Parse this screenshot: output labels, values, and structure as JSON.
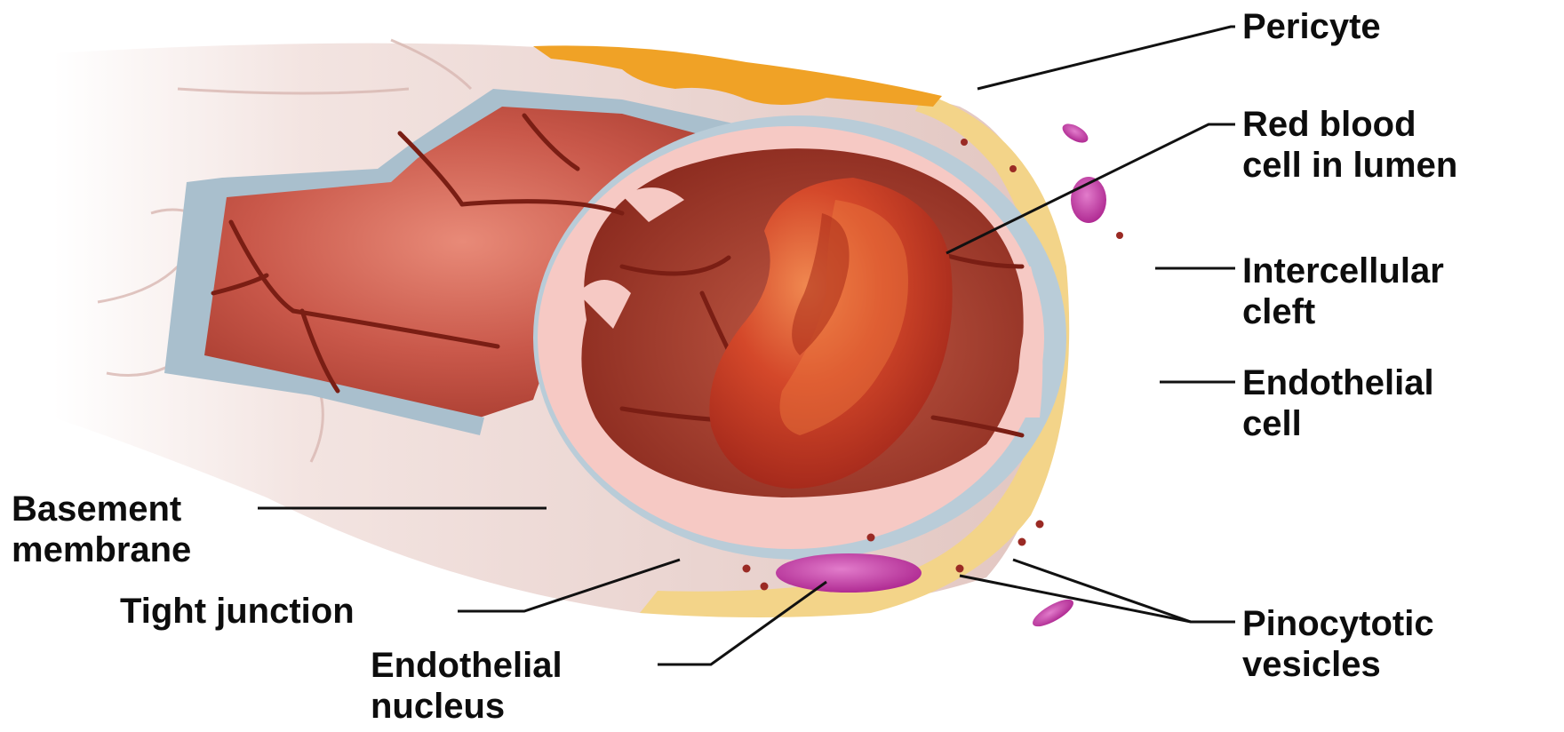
{
  "labels": {
    "pericyte": {
      "line1": "Pericyte"
    },
    "rbc": {
      "line1": "Red blood",
      "line2": "cell in lumen"
    },
    "cleft": {
      "line1": "Intercellular",
      "line2": "cleft"
    },
    "endo_cell": {
      "line1": "Endothelial",
      "line2": "cell"
    },
    "basement": {
      "line1": "Basement",
      "line2": "membrane"
    },
    "tight": {
      "line1": "Tight junction"
    },
    "nucleus": {
      "line1": "Endothelial",
      "line2": "nucleus"
    },
    "pino": {
      "line1": "Pinocytotic",
      "line2": "vesicles"
    }
  },
  "colors": {
    "lumen": "#b8412e",
    "lumen_shadow": "#8f2a1d",
    "junction_lines": "#7a1e14",
    "endothelium": "#f6c9c4",
    "basement": "#b9ccd8",
    "pericyte": "#f0a226",
    "outer_layer": "#f3d489",
    "nucleus": "#c63fa8",
    "rbc": "#c8361c",
    "rbc_highlight": "#ee7a3e",
    "vessel_wall": "#e9d3cf",
    "leader": "#111111"
  }
}
